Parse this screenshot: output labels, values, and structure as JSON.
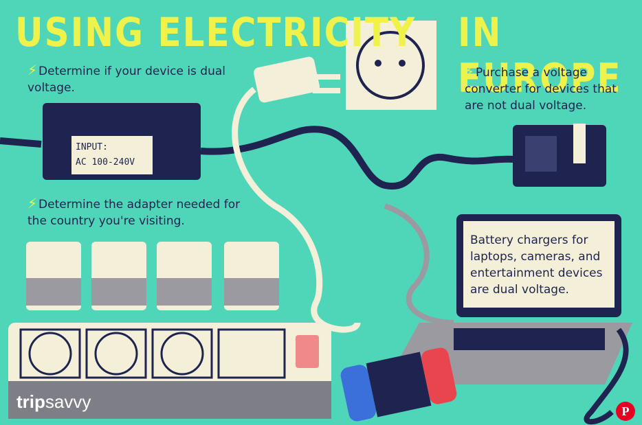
{
  "title": {
    "left": "USING ELECTRICITY",
    "right": "IN EUROPE"
  },
  "tips": {
    "dual_voltage": "Determine if your device is dual voltage.",
    "converter": "Purchase a voltage converter for devices that are not dual voltage.",
    "adapter": "Determine the adapter needed for the country you're visiting.",
    "chargers": "Battery chargers for laptops, cameras, and entertainment devices are dual voltage."
  },
  "adapter_label": {
    "line1": "INPUT:",
    "line2": "AC 100-240V"
  },
  "brand": {
    "part1": "trip",
    "part2": "savvy"
  },
  "pinterest_glyph": "P",
  "bolt_glyph": "⚡",
  "colors": {
    "background": "#4fd6b9",
    "title": "#eef24a",
    "navy": "#1e2350",
    "cream": "#f3efd8",
    "pinterest": "#e60023"
  }
}
